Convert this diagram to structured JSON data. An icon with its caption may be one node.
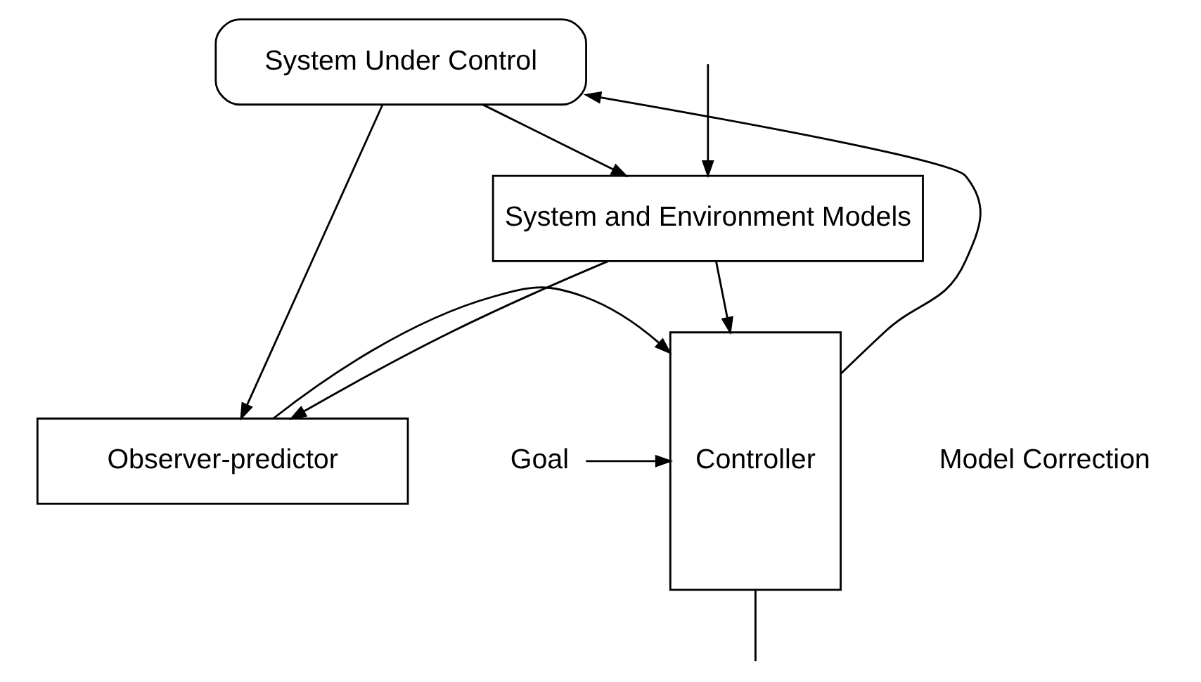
{
  "diagram": {
    "nodes": [
      {
        "text": [
          "System Under Control"
        ]
      },
      {
        "text": [
          "Observer-predictor"
        ]
      },
      {
        "text": [
          "System and Environment Models"
        ]
      },
      {
        "text": [
          "Controller"
        ]
      },
      {
        "text": [
          "Goal"
        ]
      }
    ],
    "edges": [
      {
        "from": 0,
        "to": 1,
        "arrow": "to"
      },
      {
        "from": 0,
        "to": 2,
        "arrow": "to"
      },
      {
        "from": 2,
        "to": 1,
        "arrow": "to"
      },
      {
        "from": 1,
        "to": 3,
        "arrow": "to"
      },
      {
        "from": 2,
        "to": 3,
        "arrow": "to"
      },
      {
        "from": 3,
        "to": 0,
        "arrow": "to"
      },
      {
        "from": 4,
        "to": 3,
        "arrow": "to"
      },
      {
        "from": null,
        "to": 2,
        "arrow": "to"
      },
      {
        "from": 3,
        "to": null,
        "arrow": "none"
      }
    ],
    "labels": [
      "Model Correction"
    ]
  }
}
